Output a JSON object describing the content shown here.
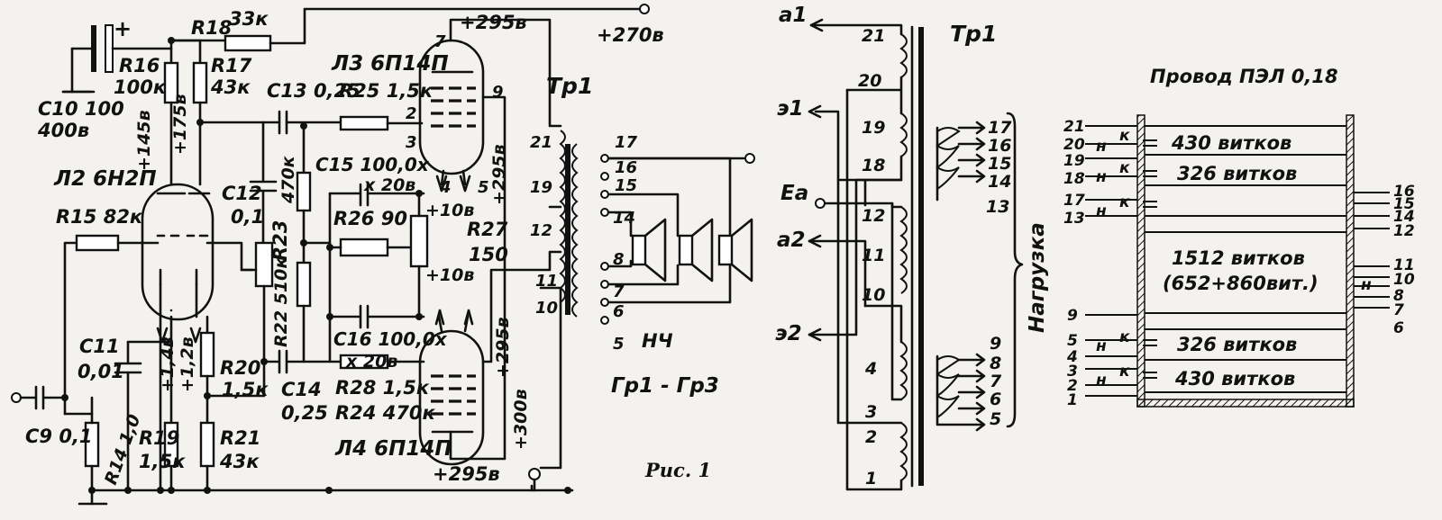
{
  "left_schematic": {
    "components": {
      "C10": "C10 100",
      "C10_v": "400в",
      "R16": "R16",
      "R16_v": "100к",
      "R17": "R17",
      "R17_v": "43к",
      "R18": "R18",
      "R18_v": "33к",
      "V270": "+270в",
      "V295_top": "+295в",
      "L3": "Л3 6П14П",
      "C13": "C13 0,25",
      "R25": "R25 1,5к",
      "V145": "+145в",
      "V175": "+175в",
      "L2": "Л2 6Н2П",
      "C12": "C12",
      "C12_v": "0,1",
      "R470": "470к",
      "R23": "R23",
      "C15": "C15 100,0x",
      "C15_v": "x 20в",
      "R26": "R26 90",
      "V10_a": "+10в",
      "R27": "R27",
      "R27_v": "150",
      "V10_b": "+10в",
      "V295_a": "+295в",
      "V295_b": "+295в",
      "R15": "R15 82к",
      "R22": "R22 510к",
      "C16": "C16 100,0x",
      "C16_v": "x 20в",
      "C11": "C11",
      "C11_v": "0,01",
      "V14": "+1,4в",
      "V12": "+1,2в",
      "R20": "R20",
      "R20_v": "1,5к",
      "C14": "C14",
      "C14_v": "0,25",
      "R28": "R28 1,5к",
      "R24": "R24 470к",
      "V300": "+300в",
      "C9": "C9 0,1",
      "R14": "R14 1,0",
      "R19": "R19",
      "R19_v": "1,5к",
      "R21": "R21",
      "R21_v": "43к",
      "L4": "Л4 6П14П",
      "V295_bot": "+295в",
      "Tp1": "Тр1",
      "HCH": "НЧ",
      "Gr": "Гр1 - Гр3",
      "fig": "Рис. 1",
      "pins_tube": [
        "7",
        "9",
        "2",
        "3",
        "4",
        "5"
      ],
      "pins_tr": [
        "21",
        "19",
        "12",
        "11",
        "10"
      ],
      "pins_sec": [
        "17",
        "16",
        "15",
        "14",
        "8",
        "7",
        "6",
        "5"
      ]
    }
  },
  "middle_diagram": {
    "Tp1": "Тр1",
    "a1": "а1",
    "e1": "э1",
    "Ea": "Еа",
    "a2": "а2",
    "e2": "э2",
    "load": "Нагрузка",
    "primary_pins": [
      "21",
      "20",
      "19",
      "18",
      "12",
      "11",
      "10",
      "4",
      "3",
      "2",
      "1"
    ],
    "secondary_top": [
      "17",
      "16",
      "15",
      "14",
      "13"
    ],
    "secondary_bottom": [
      "9",
      "8",
      "7",
      "6",
      "5"
    ]
  },
  "right_diagram": {
    "title": "Провод ПЭЛ 0,18",
    "windings": [
      "430 витков",
      "326 витков",
      "1512 витков",
      "(652+860вит.)",
      "326 витков",
      "430 витков"
    ],
    "left_pins": [
      "21",
      "20",
      "19",
      "18",
      "17",
      "13",
      "9",
      "5",
      "4",
      "3",
      "2",
      "1"
    ],
    "right_pins": [
      "16",
      "15",
      "14",
      "12",
      "11",
      "10",
      "8",
      "7",
      "6"
    ],
    "n": "н",
    "k": "к"
  }
}
